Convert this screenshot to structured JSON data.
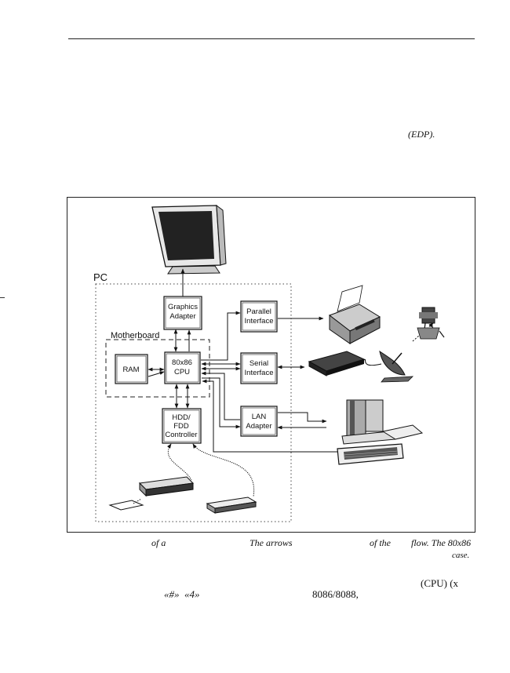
{
  "text_fragments": {
    "edp": "(EDP).",
    "cap_of_a": "of a",
    "cap_the_arrows": "The arrows",
    "cap_of_the": "of the",
    "cap_flow": "flow. The 80x86",
    "cap_case": "case.",
    "para_cpu": "(CPU) (x",
    "para_hash": "«#»",
    "para_4": "«4»",
    "para_8086": "8086/8088,"
  },
  "diagram": {
    "pc_label": "PC",
    "motherboard_label": "Motherboard",
    "boxes": {
      "graphics": [
        "Graphics",
        "Adapter"
      ],
      "parallel": [
        "Parallel",
        "Interface"
      ],
      "cpu": [
        "80x86",
        "CPU"
      ],
      "ram": [
        "RAM"
      ],
      "serial": [
        "Serial",
        "Interface"
      ],
      "lan": [
        "LAN",
        "Adapter"
      ],
      "hdd": [
        "HDD/",
        "FDD",
        "Controller"
      ]
    },
    "peripherals": [
      "monitor-icon",
      "printer-icon",
      "modem-icon",
      "satellite-dish-icon",
      "satellite-icon",
      "server-icon",
      "keyboard-icon",
      "floppy-drive-icon",
      "floppy-disk-icon",
      "hard-drive-icon"
    ]
  }
}
